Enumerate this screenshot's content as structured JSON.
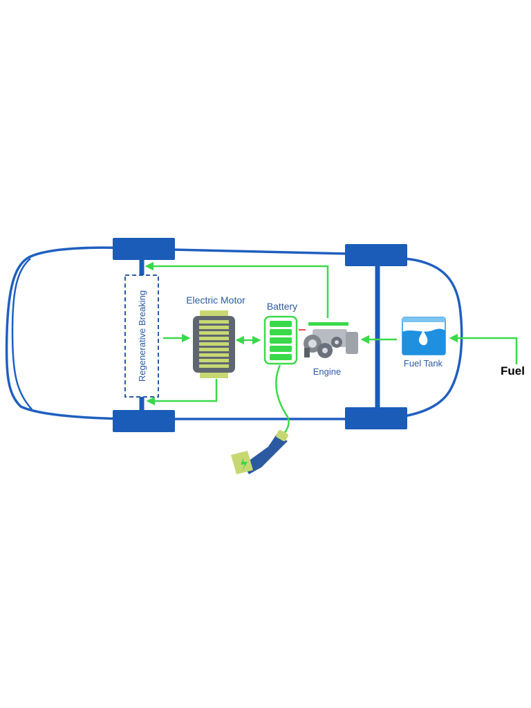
{
  "labels": {
    "regenerative": "Regenerative Breaking",
    "motor": "Electric Motor",
    "battery": "Battery",
    "engine": "Engine",
    "fuel_tank": "Fuel Tank",
    "fuel": "Fuel"
  },
  "colors": {
    "body_outline": "#1f5fbf",
    "wheel": "#1a5cb8",
    "arrow": "#3ad94a",
    "label_blue": "#2c5aa0",
    "motor_coil": "#c7d873",
    "motor_body": "#5f6670",
    "battery_green": "#3ad94a",
    "fuel_text": "#000000"
  },
  "icons": {
    "motor": "electric-motor-icon",
    "battery": "battery-icon",
    "engine": "engine-icon",
    "fuel_tank": "fuel-tank-icon",
    "charger": "charging-plug-icon"
  }
}
